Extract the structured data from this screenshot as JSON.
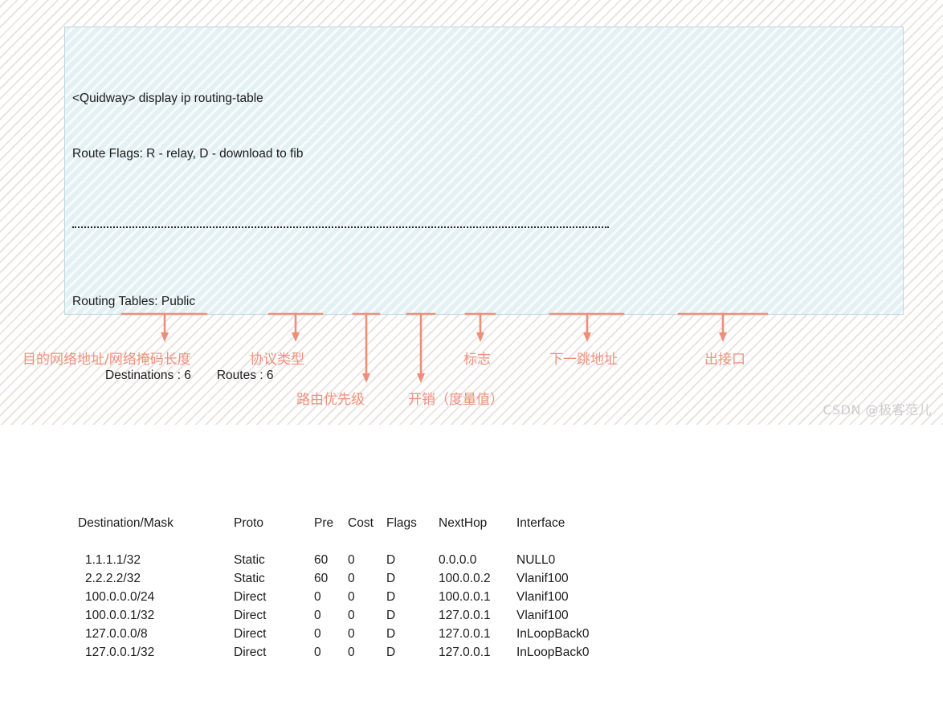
{
  "console": {
    "prompt_line": "<Quidway> display ip routing-table",
    "flags_line": "Route Flags: R - relay, D - download to fib",
    "separator": "--------------------------------------------------------------------------------",
    "routing_tables_line": "Routing Tables: Public",
    "counts_line": "        Destinations : 6        Routes : 6",
    "destinations_label": "Destinations : 6",
    "routes_label": "Routes : 6",
    "headers": {
      "destination": "Destination/Mask",
      "proto": "Proto",
      "pre": "Pre",
      "cost": "Cost",
      "flags": "Flags",
      "nexthop": "NextHop",
      "interface": "Interface"
    },
    "rows": [
      {
        "destination": "1.1.1.1/32",
        "proto": "Static",
        "pre": "60",
        "cost": "0",
        "flags": "D",
        "nexthop": "0.0.0.0",
        "interface": "NULL0"
      },
      {
        "destination": "2.2.2.2/32",
        "proto": "Static",
        "pre": "60",
        "cost": "0",
        "flags": "D",
        "nexthop": "100.0.0.2",
        "interface": "Vlanif100"
      },
      {
        "destination": "100.0.0.0/24",
        "proto": "Direct",
        "pre": "0",
        "cost": "0",
        "flags": "D",
        "nexthop": "100.0.0.1",
        "interface": "Vlanif100"
      },
      {
        "destination": "100.0.0.1/32",
        "proto": "Direct",
        "pre": "0",
        "cost": "0",
        "flags": "D",
        "nexthop": "127.0.0.1",
        "interface": "Vlanif100"
      },
      {
        "destination": "127.0.0.0/8",
        "proto": "Direct",
        "pre": "0",
        "cost": "0",
        "flags": "D",
        "nexthop": "127.0.0.1",
        "interface": "InLoopBack0"
      },
      {
        "destination": "127.0.0.1/32",
        "proto": "Direct",
        "pre": "0",
        "cost": "0",
        "flags": "D",
        "nexthop": "127.0.0.1",
        "interface": "InLoopBack0"
      }
    ]
  },
  "annotations": {
    "color": "#f0907a",
    "items": [
      {
        "id": "destination-mask",
        "label": "目的网络地址/网络掩码长度"
      },
      {
        "id": "proto-type",
        "label": "协议类型"
      },
      {
        "id": "route-preference",
        "label": "路由优先级"
      },
      {
        "id": "cost-metric",
        "label": "开销（度量值）"
      },
      {
        "id": "flag",
        "label": "标志"
      },
      {
        "id": "next-hop",
        "label": "下一跳地址"
      },
      {
        "id": "out-interface",
        "label": "出接口"
      }
    ]
  },
  "watermark": {
    "text": "CSDN @极客范儿"
  }
}
